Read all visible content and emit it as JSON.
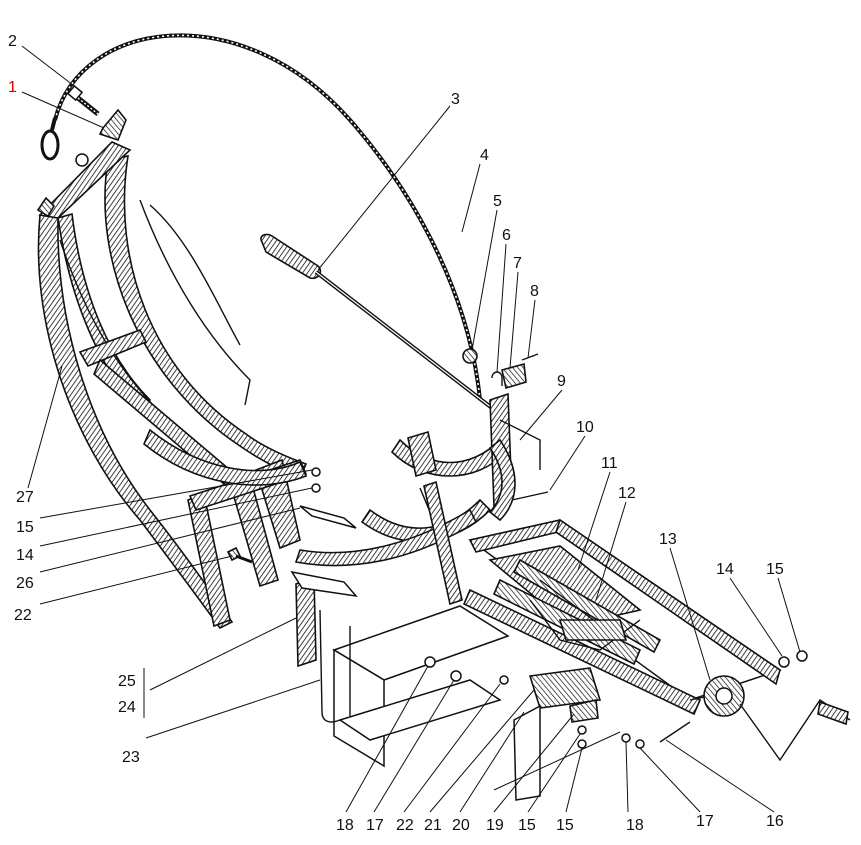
{
  "diagram": {
    "background": "#ffffff",
    "line_color": "#111111",
    "highlight_color": "#e00000",
    "labels": [
      {
        "id": "1",
        "text": "1",
        "highlighted": true
      },
      {
        "id": "2",
        "text": "2"
      },
      {
        "id": "3",
        "text": "3"
      },
      {
        "id": "4",
        "text": "4"
      },
      {
        "id": "5",
        "text": "5"
      },
      {
        "id": "6",
        "text": "6"
      },
      {
        "id": "7",
        "text": "7"
      },
      {
        "id": "8",
        "text": "8"
      },
      {
        "id": "9",
        "text": "9"
      },
      {
        "id": "10",
        "text": "10"
      },
      {
        "id": "11",
        "text": "11"
      },
      {
        "id": "12",
        "text": "12"
      },
      {
        "id": "13",
        "text": "13"
      },
      {
        "id": "14a",
        "text": "14"
      },
      {
        "id": "15a",
        "text": "15"
      },
      {
        "id": "27",
        "text": "27"
      },
      {
        "id": "15b",
        "text": "15"
      },
      {
        "id": "14b",
        "text": "14"
      },
      {
        "id": "26",
        "text": "26"
      },
      {
        "id": "22a",
        "text": "22"
      },
      {
        "id": "25",
        "text": "25"
      },
      {
        "id": "24",
        "text": "24"
      },
      {
        "id": "23",
        "text": "23"
      },
      {
        "id": "18a",
        "text": "18"
      },
      {
        "id": "17a",
        "text": "17"
      },
      {
        "id": "22b",
        "text": "22"
      },
      {
        "id": "21",
        "text": "21"
      },
      {
        "id": "20",
        "text": "20"
      },
      {
        "id": "19",
        "text": "19"
      },
      {
        "id": "15c",
        "text": "15"
      },
      {
        "id": "15d",
        "text": "15"
      },
      {
        "id": "18b",
        "text": "18"
      },
      {
        "id": "17b",
        "text": "17"
      },
      {
        "id": "16",
        "text": "16"
      }
    ]
  }
}
